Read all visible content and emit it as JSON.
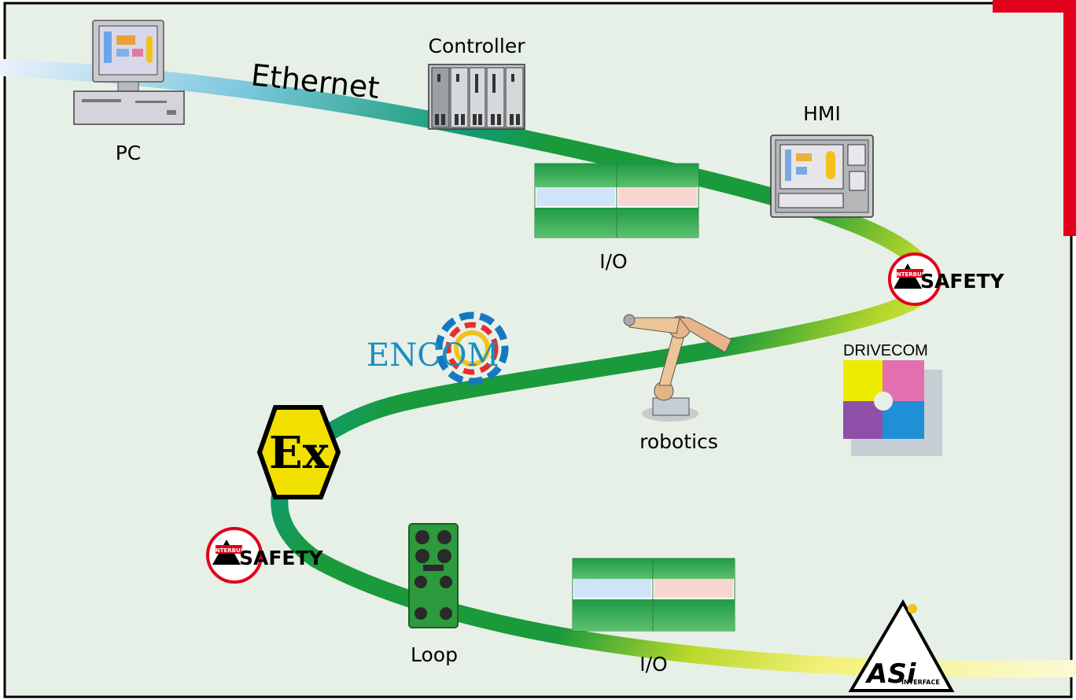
{
  "labels": {
    "pc": "PC",
    "controller": "Controller",
    "hmi": "HMI",
    "io_top": "I/O",
    "io_bottom": "I/O",
    "robotics": "robotics",
    "loop": "Loop",
    "ethernet": "Ethernet"
  },
  "logos": {
    "encom": "ENCOM",
    "drivecom": "DRIVECOM",
    "safety": "SAFETY",
    "interbus": "INTERBUS",
    "ex_symbol": "Ex",
    "asi": "ASi",
    "asi_interface": "INTERFACE"
  },
  "colors": {
    "background": "#e7f0e6",
    "frame": "#000000",
    "accent_red": "#e2001a",
    "bus_green": "#1a9a3a",
    "ethernet_blue": "#3aa9c0",
    "ex_yellow": "#f2e100"
  }
}
